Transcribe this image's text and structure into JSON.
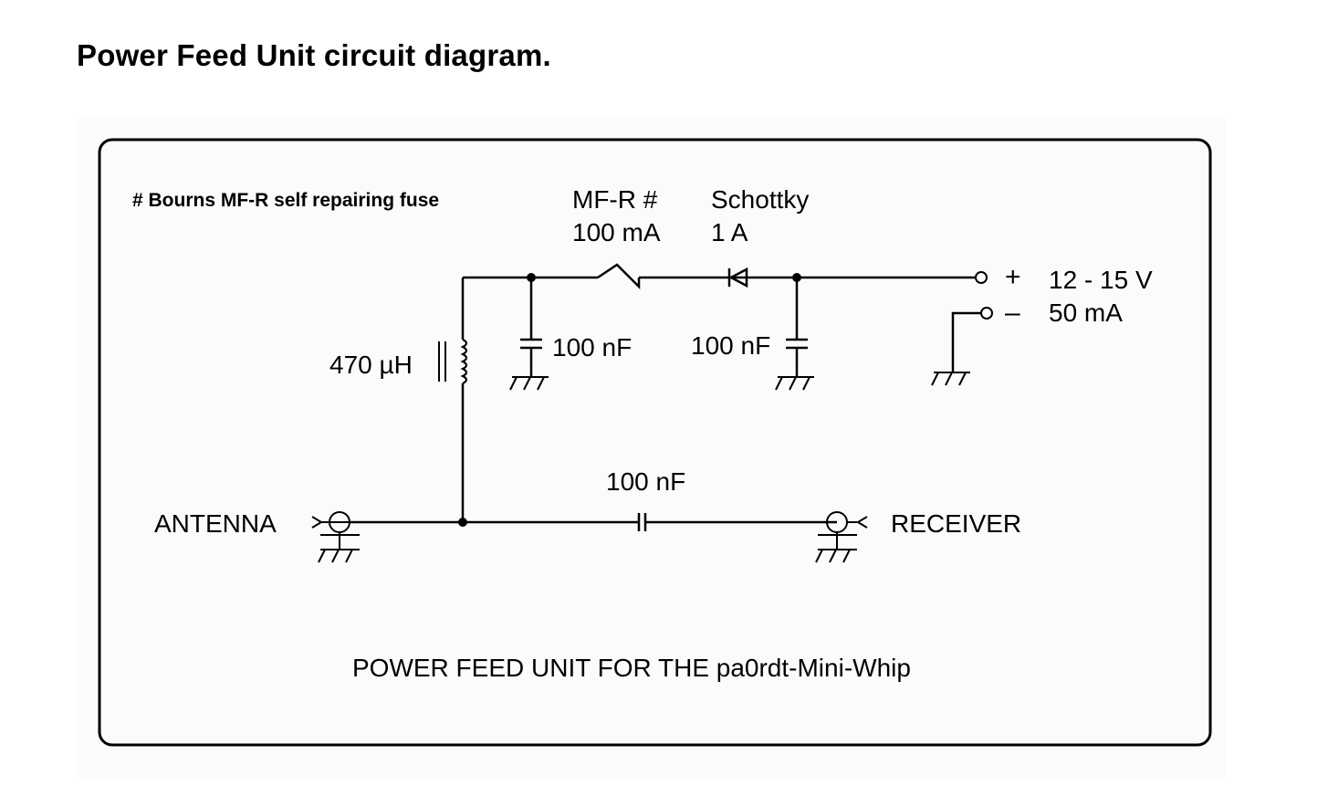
{
  "page": {
    "title": "Power Feed Unit circuit diagram."
  },
  "diagram": {
    "note": "# Bourns MF-R self repairing fuse",
    "fuse": {
      "name": "MF-R #",
      "rating": "100 mA"
    },
    "diode": {
      "name": "Schottky",
      "rating": "1 A"
    },
    "inductor": {
      "value": "470 µH"
    },
    "cap_left": {
      "value": "100 nF"
    },
    "cap_right": {
      "value": "100 nF"
    },
    "cap_series": {
      "value": "100 nF"
    },
    "supply": {
      "plus": "+",
      "minus": "–",
      "voltage": "12 - 15 V",
      "current": "50 mA"
    },
    "antenna_label": "ANTENNA",
    "receiver_label": "RECEIVER",
    "caption": "POWER FEED UNIT FOR THE pa0rdt-Mini-Whip"
  }
}
